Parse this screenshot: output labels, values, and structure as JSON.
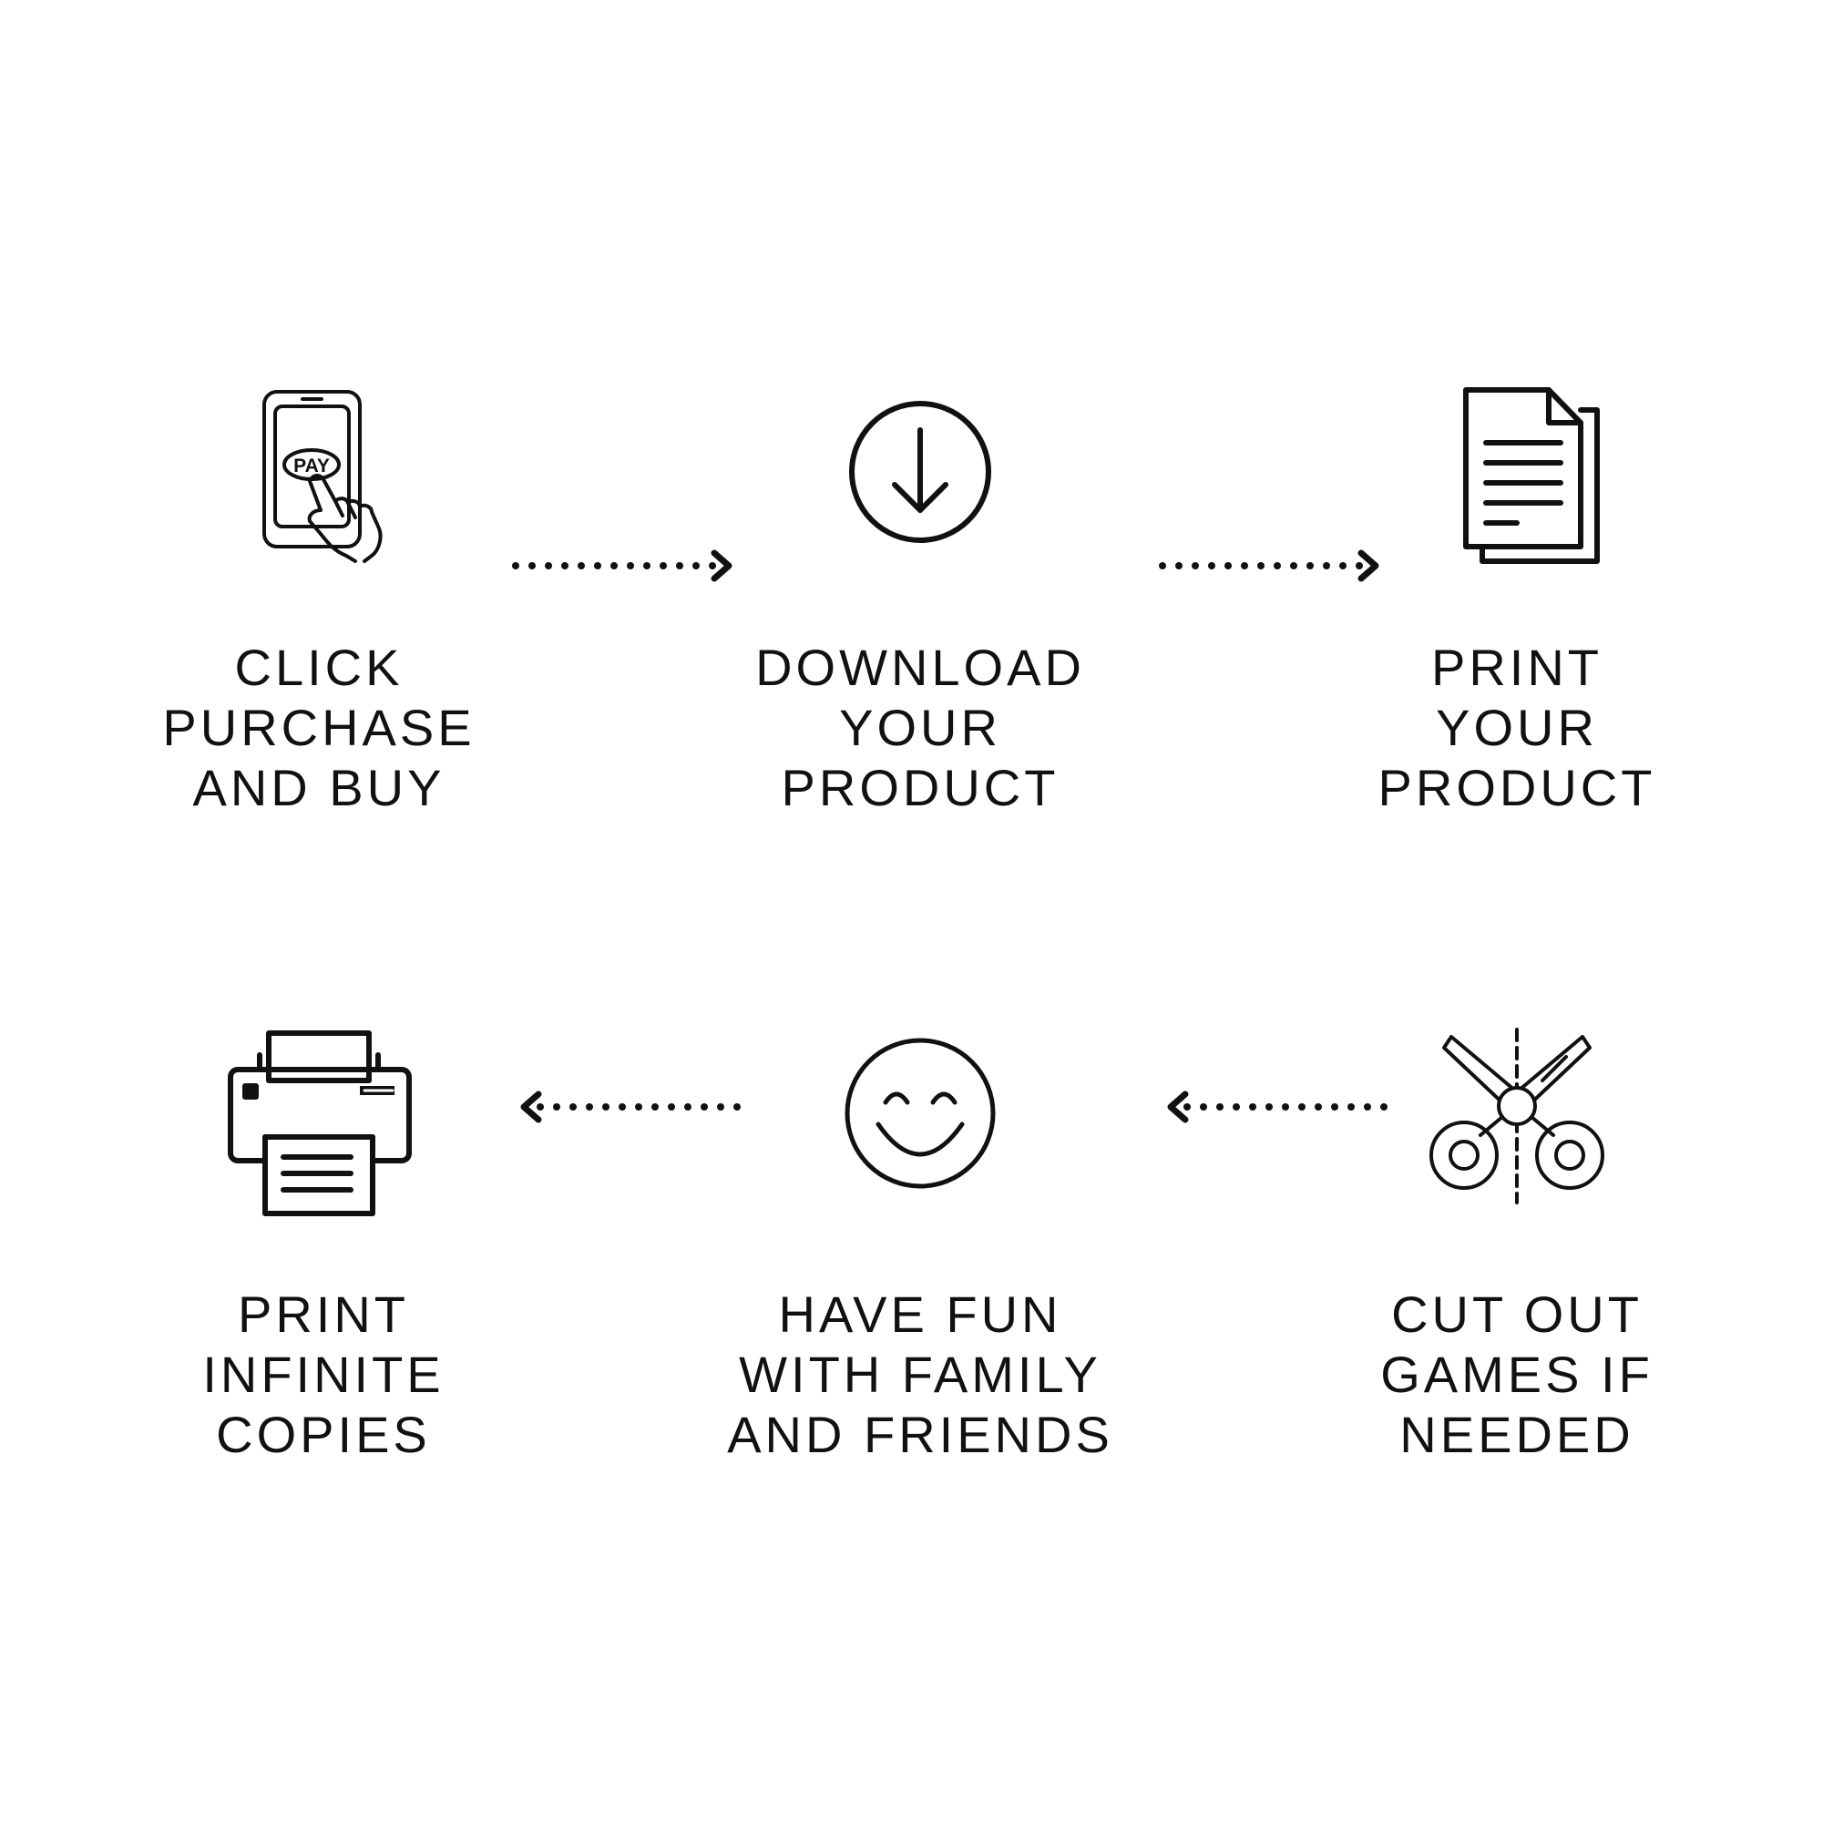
{
  "steps": [
    {
      "icon": "phone-pay-icon",
      "lines": [
        "CLICK",
        "PURCHASE",
        "AND BUY"
      ],
      "pay_text": "PAY"
    },
    {
      "icon": "download-icon",
      "lines": [
        "DOWNLOAD",
        "YOUR",
        "PRODUCT"
      ]
    },
    {
      "icon": "document-icon",
      "lines": [
        "PRINT",
        "YOUR",
        "PRODUCT"
      ]
    },
    {
      "icon": "printer-icon",
      "lines": [
        "PRINT",
        "INFINITE",
        "COPIES"
      ]
    },
    {
      "icon": "smiley-icon",
      "lines": [
        "HAVE FUN",
        "WITH FAMILY",
        "AND FRIENDS"
      ]
    },
    {
      "icon": "scissors-icon",
      "lines": [
        "CUT OUT",
        "GAMES IF",
        "NEEDED"
      ]
    }
  ],
  "colors": {
    "ink": "#111111",
    "background": "#ffffff"
  }
}
